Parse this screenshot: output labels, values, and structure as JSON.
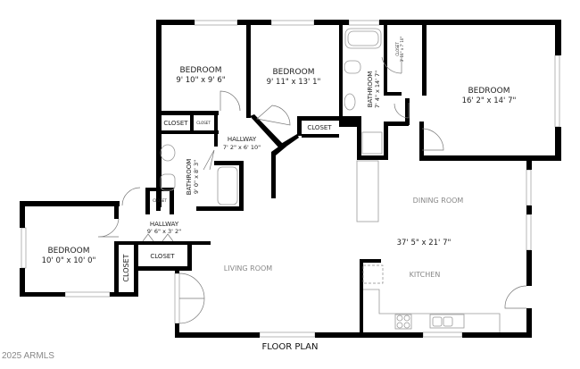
{
  "plan_title": "FLOOR PLAN",
  "copyright": "2025 ARMLS",
  "rooms": {
    "bedroom_1": {
      "name": "BEDROOM",
      "size": "9' 10\" x 9' 6\""
    },
    "bedroom_2": {
      "name": "BEDROOM",
      "size": "9' 11\" x 13' 1\""
    },
    "bedroom_master": {
      "name": "BEDROOM",
      "size": "16' 2\" x 14' 7\""
    },
    "bedroom_west": {
      "name": "BEDROOM",
      "size": "10' 0\" x 10' 0\""
    },
    "bathroom_master": {
      "name": "BATHROOM",
      "size": "7' 4\" x 14' 7\""
    },
    "bathroom_hall": {
      "name": "BATHROOM",
      "size": "9' 0\" x 8' 3\""
    },
    "master_closet": {
      "name": "CLOSET",
      "size": "3' 11\" x 7' 10\""
    },
    "hallway_north": {
      "name": "HALLWAY",
      "size": "7' 2\" x 6' 10\""
    },
    "hallway_south": {
      "name": "HALLWAY",
      "size": "9' 6\" x 3' 2\""
    },
    "dining_room": {
      "name": "DINING ROOM"
    },
    "great_room_size": "37' 5\" x 21' 7\"",
    "kitchen": {
      "name": "KITCHEN"
    },
    "living_room": {
      "name": "LIVING ROOM"
    }
  },
  "closets": {
    "closet_a": "CLOSET",
    "closet_b": "CLOSET",
    "closet_c": "CLOSET",
    "closet_d": "CLOSET",
    "closet_e": "CLOSET",
    "closet_f": "CLOSET",
    "closet_g": "CLOSET"
  }
}
